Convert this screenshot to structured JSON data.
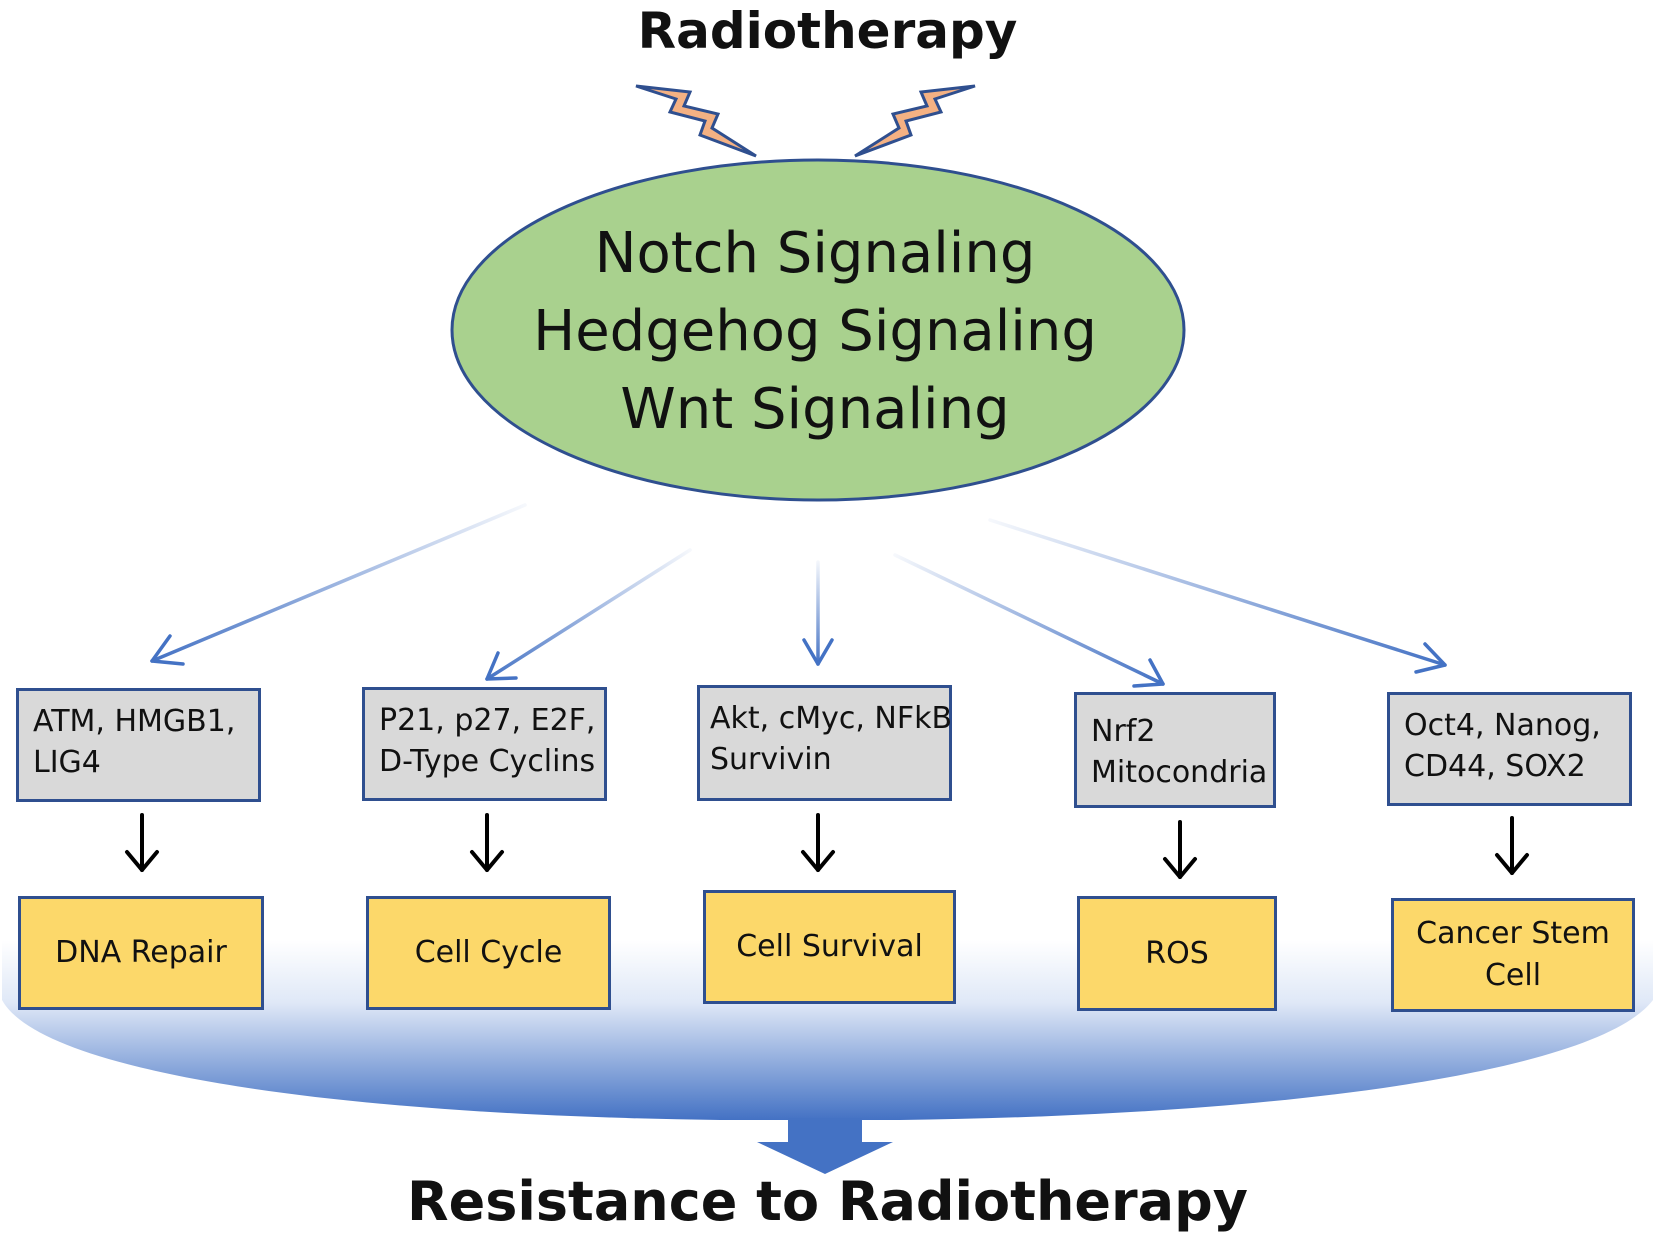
{
  "title_top": "Radiotherapy",
  "ellipse": {
    "lines": [
      "Notch Signaling",
      "Hedgehog Signaling",
      "Wnt Signaling"
    ],
    "fill": "#a9d18e",
    "stroke": "#2f4f8f"
  },
  "columns": [
    {
      "genes": [
        "ATM, HMGB1,",
        "LIG4"
      ],
      "outcome": [
        "DNA Repair"
      ]
    },
    {
      "genes": [
        "P21, p27, E2F,",
        "D-Type Cyclins"
      ],
      "outcome": [
        "Cell Cycle"
      ]
    },
    {
      "genes": [
        "Akt, cMyc, NFkB",
        "Survivin"
      ],
      "outcome": [
        "Cell Survival"
      ]
    },
    {
      "genes": [
        "Nrf2",
        "Mitocondria"
      ],
      "outcome": [
        "ROS"
      ]
    },
    {
      "genes": [
        "Oct4, Nanog,",
        "CD44, SOX2"
      ],
      "outcome": [
        "Cancer Stem",
        "Cell"
      ]
    }
  ],
  "title_bottom": "Resistance to Radiotherapy",
  "colors": {
    "gene_box_fill": "#d9d9d9",
    "outcome_box_fill": "#fcd86a",
    "box_border": "#2f4f8f",
    "arrow_blue": "#4472c4",
    "bolt_fill": "#f4b183"
  }
}
